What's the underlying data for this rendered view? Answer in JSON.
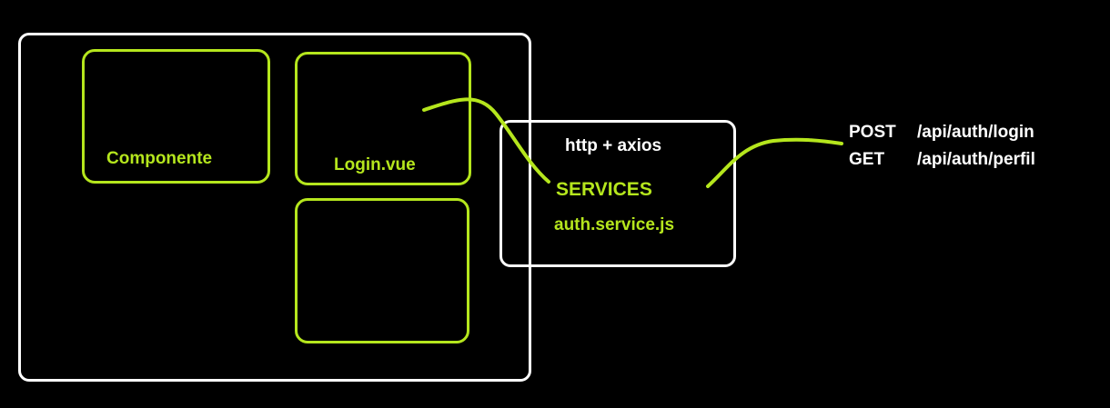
{
  "frontend": {
    "component_label": "Componente",
    "login_label": "Login.vue"
  },
  "services": {
    "transport_label": "http + axios",
    "title": "SERVICES",
    "file_label": "auth.service.js"
  },
  "api": {
    "endpoints": [
      {
        "method": "POST",
        "path": "/api/auth/login"
      },
      {
        "method": "GET",
        "path": "/api/auth/perfil"
      }
    ]
  },
  "colors": {
    "background": "#000000",
    "container_border": "#ffffff",
    "accent": "#b5e61d",
    "text_light": "#ffffff"
  }
}
